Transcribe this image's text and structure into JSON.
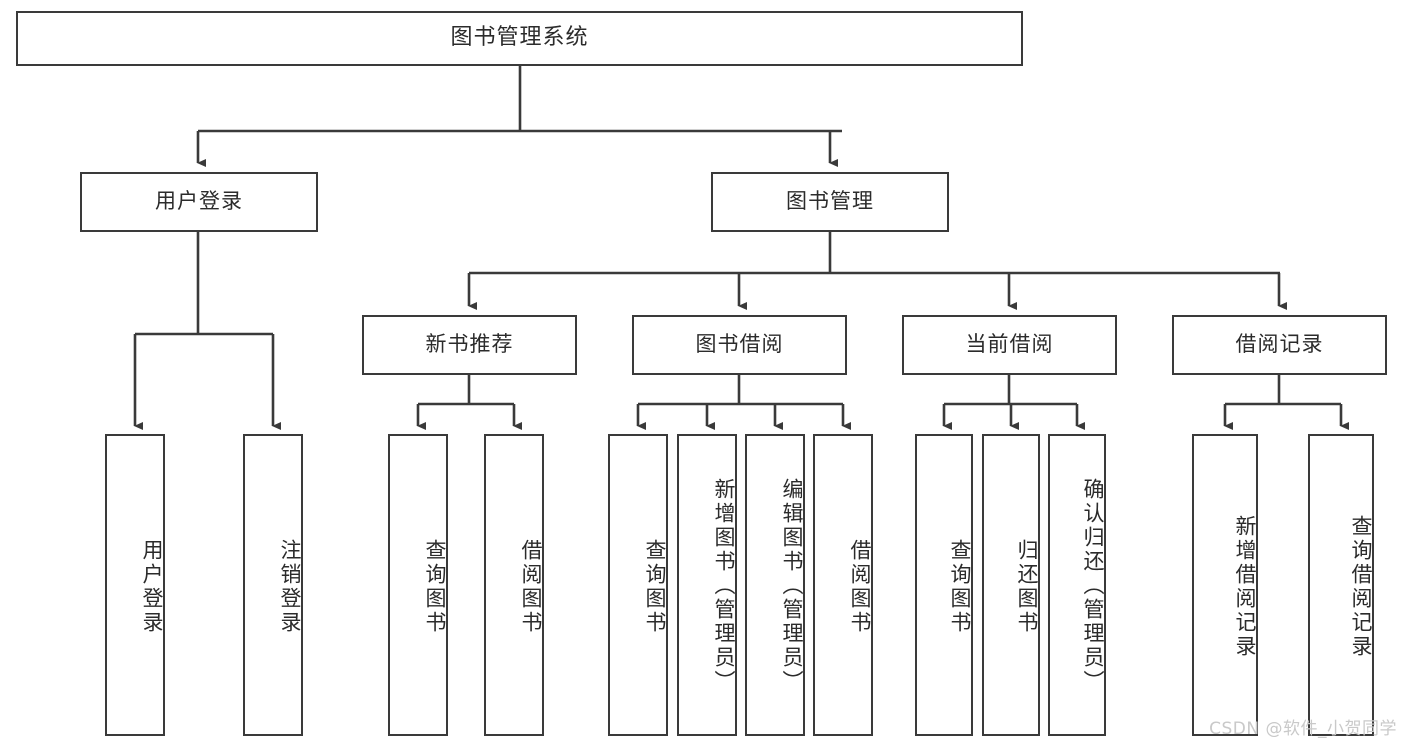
{
  "diagram": {
    "title": "图书管理系统",
    "type": "tree-hierarchy",
    "watermark": "CSDN @软件_小贺同学",
    "colors": {
      "box_border": "#3a3a3a",
      "box_fill": "#ffffff",
      "edge": "#3a3a3a",
      "text": "#2b2b2b",
      "watermark": "#c9c9c9",
      "background": "#ffffff"
    },
    "root": {
      "label": "图书管理系统"
    },
    "level2": [
      {
        "label": "用户登录"
      },
      {
        "label": "图书管理"
      }
    ],
    "level3": [
      {
        "label": "新书推荐"
      },
      {
        "label": "图书借阅"
      },
      {
        "label": "当前借阅"
      },
      {
        "label": "借阅记录"
      }
    ],
    "leaves": {
      "user_login": [
        {
          "label": "用户登录"
        },
        {
          "label": "注销登录"
        }
      ],
      "new_book_recommend": [
        {
          "label": "查询图书"
        },
        {
          "label": "借阅图书"
        }
      ],
      "book_borrow": [
        {
          "label": "查询图书"
        },
        {
          "label": "新增图书（管理员）"
        },
        {
          "label": "编辑图书（管理员）"
        },
        {
          "label": "借阅图书"
        }
      ],
      "current_borrow": [
        {
          "label": "查询图书"
        },
        {
          "label": "归还图书"
        },
        {
          "label": "确认归还（管理员）"
        }
      ],
      "borrow_record": [
        {
          "label": "新增借阅记录"
        },
        {
          "label": "查询借阅记录"
        }
      ]
    }
  }
}
